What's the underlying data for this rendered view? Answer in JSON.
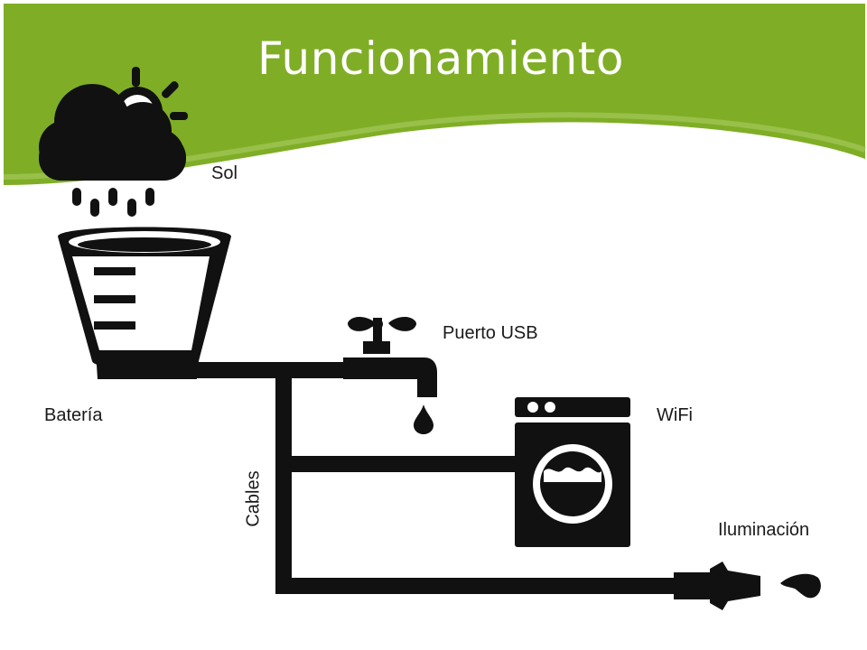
{
  "slide": {
    "title": "Funcionamiento",
    "accent_color": "#7fae26"
  },
  "diagram": {
    "labels": {
      "sol": "Sol",
      "puerto_usb": "Puerto USB",
      "bateria": "Batería",
      "wifi": "WiFi",
      "cables": "Cables",
      "iluminacion": "Iluminación"
    },
    "icons": [
      "cloud-sun-rain-icon",
      "bucket-icon",
      "faucet-icon",
      "water-drop-icon",
      "washing-machine-icon",
      "hose-nozzle-icon",
      "water-splash-icon"
    ]
  }
}
